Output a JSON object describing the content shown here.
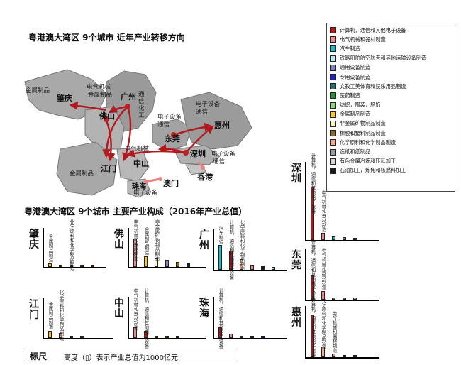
{
  "titles": {
    "map": "粤港澳大湾区 9个城市 近年产业转移方向",
    "bars": "粤港澳大湾区 9个城市 主要产业构成（2016年产业总值）"
  },
  "legend": [
    {
      "label": "计算机，通信和其他电子设备",
      "color": "#b2191e"
    },
    {
      "label": "电气机械和器材制造",
      "color": "#e88a8c"
    },
    {
      "label": "汽车制造",
      "color": "#2ab6c4"
    },
    {
      "label": "铁路船舶航空航天和其他运输设备制造",
      "color": "#bfe6ea"
    },
    {
      "label": "通用设备制造",
      "color": "#7d7fb3"
    },
    {
      "label": "专用设备制造",
      "color": "#1f28b5"
    },
    {
      "label": "文教工美体育和娱乐用品制造",
      "color": "#2a6e66"
    },
    {
      "label": "医药制造",
      "color": "#2f8c3a"
    },
    {
      "label": "纺织，服装，服饰",
      "color": "#8fd67e"
    },
    {
      "label": "金属制品制造",
      "color": "#f2c23a"
    },
    {
      "label": "非金属矿物制品制造",
      "color": "#fdf4c8"
    },
    {
      "label": "橡胶和塑料制品制造",
      "color": "#8a6d2c"
    },
    {
      "label": "化学原料和化学制品制造",
      "color": "#f0a98a"
    },
    {
      "label": "造纸和纸制品",
      "color": "#9c9c9c"
    },
    {
      "label": "有色金属冶炼和压延加工",
      "color": "#d6d6d6"
    },
    {
      "label": "石油加工，炼焦和核燃料加工",
      "color": "#1a1a1a"
    }
  ],
  "map": {
    "cities": [
      "肇庆",
      "佛山",
      "广州",
      "东莞",
      "惠州",
      "深圳",
      "香港",
      "江门",
      "中山",
      "珠海",
      "澳门"
    ],
    "notes": {
      "zq_metal": "金属制品",
      "fs_elec": "电气机械",
      "fs_metal": "金属制品",
      "gz_side1": "通",
      "gz_side2": "信",
      "gz_side3": "化",
      "gz_side4": "工",
      "dg_elec1": "电子设备",
      "dg_elec2": "通信",
      "hz_elec1": "电子设备",
      "hz_elec2": "通信",
      "jm_elec": "电气机械",
      "jm_metal": "金属制品",
      "sz_elec": "电子设备",
      "sz_comm": "通信",
      "zh_elec": "电子设备"
    }
  },
  "panels": [
    {
      "name": "肇庆",
      "bars": [
        {
          "c": "#f2c23a",
          "v": 0.1,
          "label": "金属制品制造"
        },
        {
          "c": "#fdf4c8",
          "v": 0.07,
          "label": ""
        },
        {
          "c": "#f0a98a",
          "v": 0.06,
          "label": "化学原料和化学制品制造"
        },
        {
          "c": "#8a6d2c",
          "v": 0.05,
          "label": ""
        },
        {
          "c": "#b2191e",
          "v": 0.05,
          "label": ""
        }
      ]
    },
    {
      "name": "佛山",
      "bars": [
        {
          "c": "#e88a8c",
          "v": 0.8,
          "label": "电气机械和器材制造"
        },
        {
          "c": "#f2c23a",
          "v": 0.3,
          "label": "金属制品制造"
        },
        {
          "c": "#fdf4c8",
          "v": 0.25,
          "label": "非金属矿物制品制造"
        },
        {
          "c": "#7d7fb3",
          "v": 0.2,
          "label": ""
        },
        {
          "c": "#8a6d2c",
          "v": 0.15,
          "label": ""
        },
        {
          "c": "#1a1a1a",
          "v": 0.12,
          "label": ""
        }
      ]
    },
    {
      "name": "广州",
      "bars": [
        {
          "c": "#2ab6c4",
          "v": 0.7,
          "label": "汽车制造"
        },
        {
          "c": "#b2191e",
          "v": 0.55,
          "label": "计算机，通信和其他电子设备"
        },
        {
          "c": "#f0a98a",
          "v": 0.3,
          "label": "化学原料和化学制品制造"
        },
        {
          "c": "#e88a8c",
          "v": 0.15,
          "label": ""
        },
        {
          "c": "#1a1a1a",
          "v": 0.12,
          "label": ""
        },
        {
          "c": "#bfe6ea",
          "v": 0.08,
          "label": ""
        }
      ]
    },
    {
      "name": "深圳",
      "bars": [
        {
          "c": "#b2191e",
          "v": 1.5,
          "label": "计算机，通信和其他电子设备"
        },
        {
          "c": "#e88a8c",
          "v": 0.2,
          "label": "电气机械和器材制造"
        },
        {
          "c": "#2ab6c4",
          "v": 0.1,
          "label": ""
        },
        {
          "c": "#7d7fb3",
          "v": 0.08,
          "label": ""
        },
        {
          "c": "#1f28b5",
          "v": 0.07,
          "label": ""
        }
      ]
    },
    {
      "name": "东莞",
      "bars": [
        {
          "c": "#b2191e",
          "v": 0.7,
          "label": "计算机，通信和其他电子设备"
        },
        {
          "c": "#e88a8c",
          "v": 0.25,
          "label": "电气机械和器材制造"
        },
        {
          "c": "#8a6d2c",
          "v": 0.06,
          "label": ""
        },
        {
          "c": "#2a6e66",
          "v": 0.05,
          "label": ""
        },
        {
          "c": "#9c9c9c",
          "v": 0.05,
          "label": ""
        }
      ]
    },
    {
      "name": "江门",
      "bars": [
        {
          "c": "#f2c23a",
          "v": 0.2,
          "label": "金属制品制造"
        },
        {
          "c": "#f0a98a",
          "v": 0.15,
          "label": "化学原料和化学制品制造"
        },
        {
          "c": "#8a6d2c",
          "v": 0.05,
          "label": ""
        },
        {
          "c": "#e88a8c",
          "v": 0.05,
          "label": ""
        }
      ]
    },
    {
      "name": "中山",
      "bars": [
        {
          "c": "#e88a8c",
          "v": 0.3,
          "label": "电气机械和器材制造"
        },
        {
          "c": "#b2191e",
          "v": 0.2,
          "label": "计算机，通信和其他电子设备"
        },
        {
          "c": "#8fd67e",
          "v": 0.07,
          "label": ""
        },
        {
          "c": "#2f8c3a",
          "v": 0.06,
          "label": ""
        },
        {
          "c": "#8a6d2c",
          "v": 0.05,
          "label": ""
        }
      ]
    },
    {
      "name": "珠海",
      "bars": [
        {
          "c": "#b2191e",
          "v": 0.3,
          "label": "计算机，通信和其他电子设备"
        },
        {
          "c": "#e88a8c",
          "v": 0.12,
          "label": ""
        },
        {
          "c": "#f0a98a",
          "v": 0.06,
          "label": ""
        },
        {
          "c": "#1a1a1a",
          "v": 0.05,
          "label": ""
        },
        {
          "c": "#1f28b5",
          "v": 0.05,
          "label": ""
        }
      ]
    },
    {
      "name": "惠州",
      "bars": [
        {
          "c": "#b2191e",
          "v": 1.2,
          "label": "计算机，通信和其他电子设备"
        },
        {
          "c": "#f0a98a",
          "v": 0.3,
          "label": "化学原料和化学制品制造"
        },
        {
          "c": "#e88a8c",
          "v": 0.1,
          "label": "电气机械和器材制造"
        },
        {
          "c": "#8a6d2c",
          "v": 0.06,
          "label": ""
        },
        {
          "c": "#1a1a1a",
          "v": 0.05,
          "label": ""
        }
      ]
    }
  ],
  "scale": {
    "label": "标尺",
    "text": "高度（▯）表示产业总值为1000亿元"
  }
}
